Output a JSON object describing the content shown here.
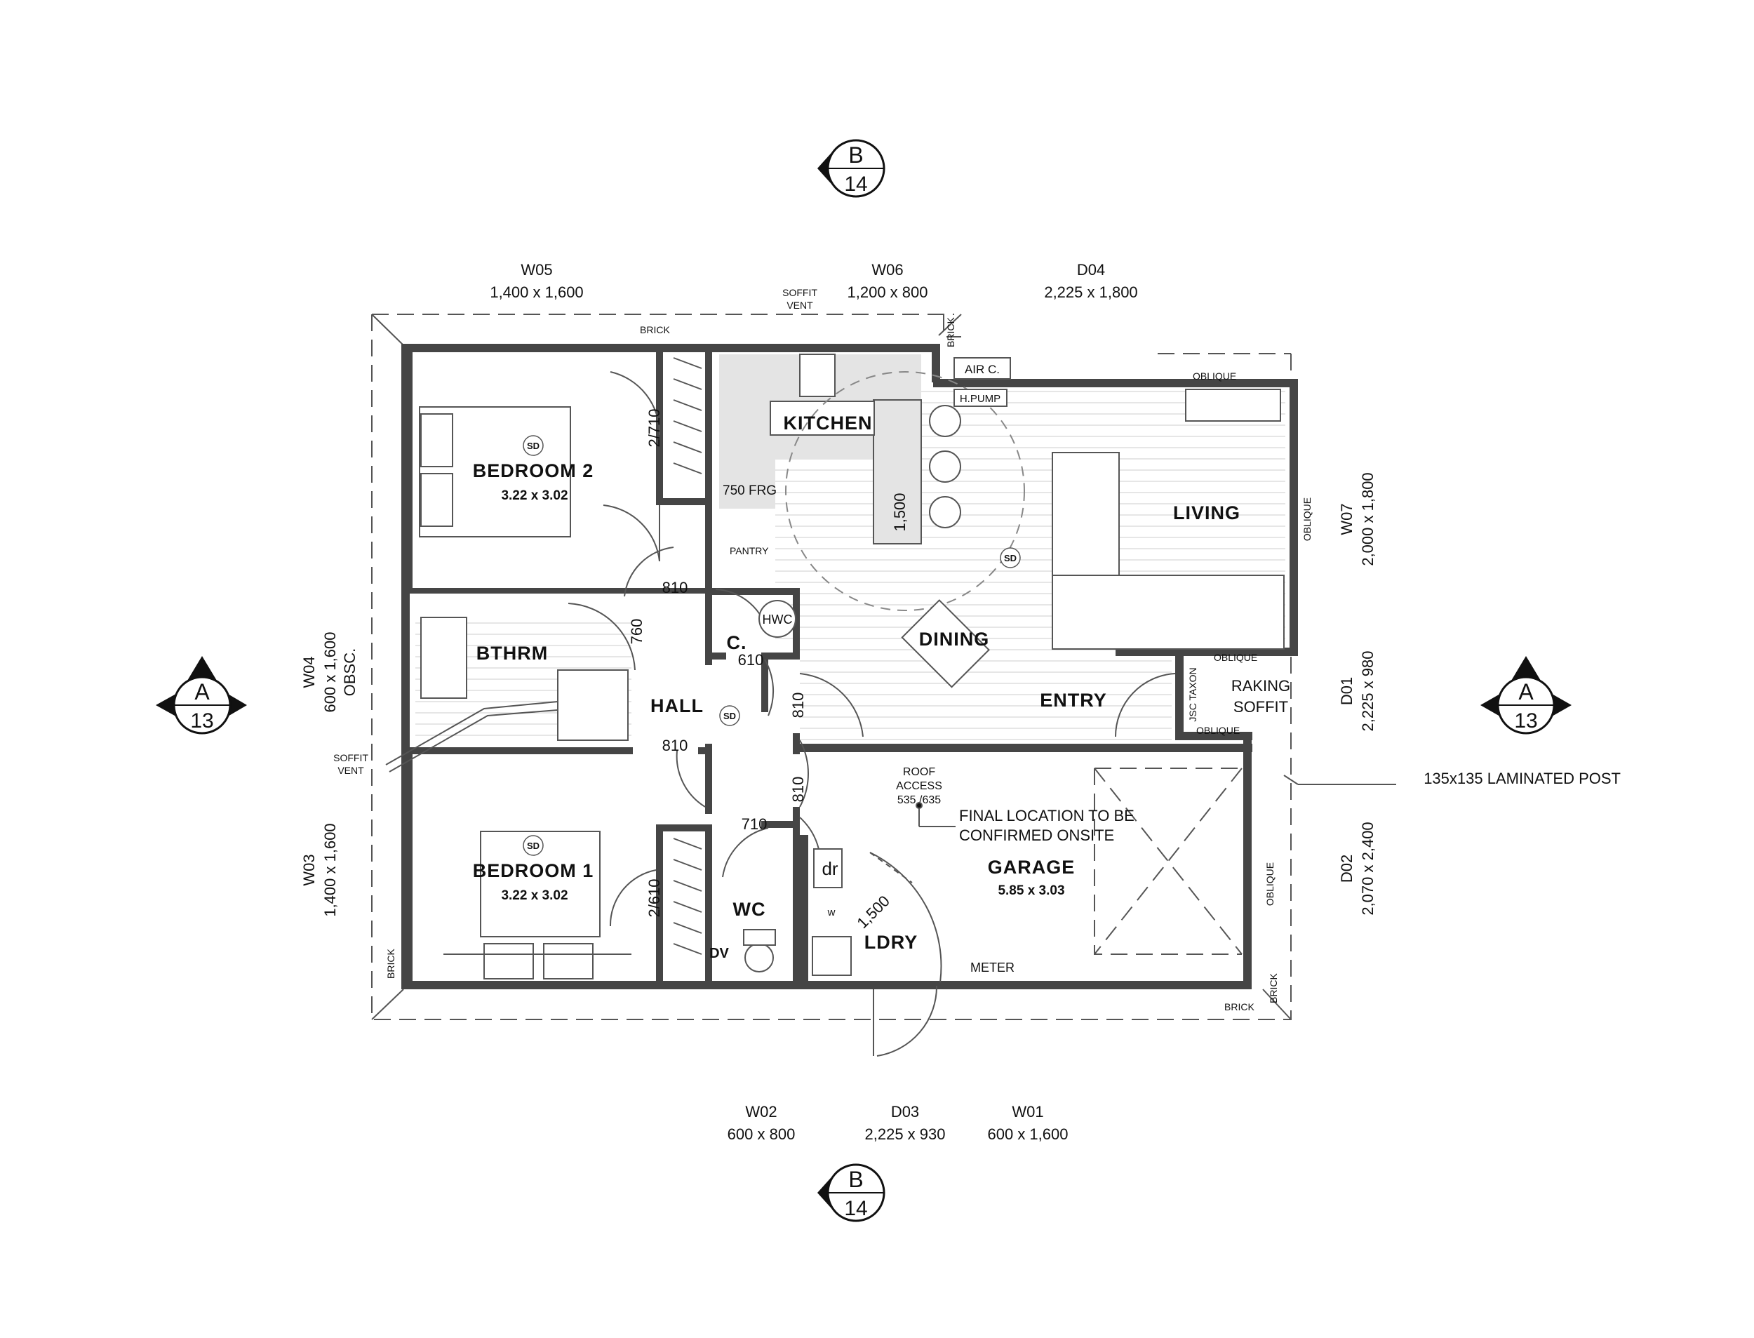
{
  "rooms": {
    "bedroom2": {
      "name": "BEDROOM 2",
      "dims": "3.22 x 3.02"
    },
    "bedroom1": {
      "name": "BEDROOM 1",
      "dims": "3.22 x 3.02"
    },
    "kitchen": "KITCHEN",
    "living": "LIVING",
    "dining": "DINING",
    "entry": "ENTRY",
    "bathroom": "BTHRM",
    "hall": "HALL",
    "cupboard": "C.",
    "wc": "WC",
    "laundry": "LDRY",
    "garage": {
      "name": "GARAGE",
      "dims": "5.85 x 3.03"
    }
  },
  "windows": {
    "w05": {
      "code": "W05",
      "size": "1,400 x 1,600"
    },
    "w06": {
      "code": "W06",
      "size": "1,200 x 800"
    },
    "d04": {
      "code": "D04",
      "size": "2,225 x 1,800"
    },
    "w07": {
      "code": "W07",
      "size": "2,000 x 1,800"
    },
    "d01": {
      "code": "D01",
      "size": "2,225 x 980"
    },
    "d02": {
      "code": "D02",
      "size": "2,070 x 2,400"
    },
    "w04": {
      "code": "W04",
      "size": "600 x 1,600",
      "note": "OBSC."
    },
    "w03": {
      "code": "W03",
      "size": "1,400 x 1,600"
    },
    "w02": {
      "code": "W02",
      "size": "600 x 800"
    },
    "d03": {
      "code": "D03",
      "size": "2,225 x 930"
    },
    "w01": {
      "code": "W01",
      "size": "600 x 1,600"
    }
  },
  "section_markers": {
    "top": {
      "letter": "B",
      "sheet": "14"
    },
    "bottom": {
      "letter": "B",
      "sheet": "14"
    },
    "left": {
      "letter": "A",
      "sheet": "13"
    },
    "right": {
      "letter": "A",
      "sheet": "13"
    }
  },
  "door_sizes": {
    "robe_bed2": "2/710",
    "bed2": "810",
    "bath": "760",
    "cupboard": "610",
    "hall_bed1": "810",
    "hall_entry": "810",
    "hall_garage": "810",
    "wc": "710",
    "robe_bed1": "2/610",
    "laundry": "1,500",
    "island": "1,500"
  },
  "annotations": {
    "brick": "BRICK",
    "soffit_vent_top": [
      "SOFFIT",
      "VENT"
    ],
    "soffit_vent_left": [
      "SOFFIT",
      "VENT"
    ],
    "air_con": "AIR C.",
    "heat_pump": "H.PUMP",
    "oblique": "OBLIQUE",
    "fridge": "750 FRG",
    "pantry": "PANTRY",
    "hot_water": "HWC",
    "smoke_detector": "SD",
    "raking_soffit": [
      "RAKING",
      "SOFFIT"
    ],
    "taxon": "JSC TAXON",
    "laminated_post": "135x135 LAMINATED POST",
    "roof_access": [
      "ROOF",
      "ACCESS",
      "535 /635"
    ],
    "final_location": [
      "FINAL LOCATION TO BE",
      "CONFIRMED ONSITE"
    ],
    "meter": "METER",
    "dryer": "dr",
    "washer": "w",
    "downpipe": "DV"
  }
}
